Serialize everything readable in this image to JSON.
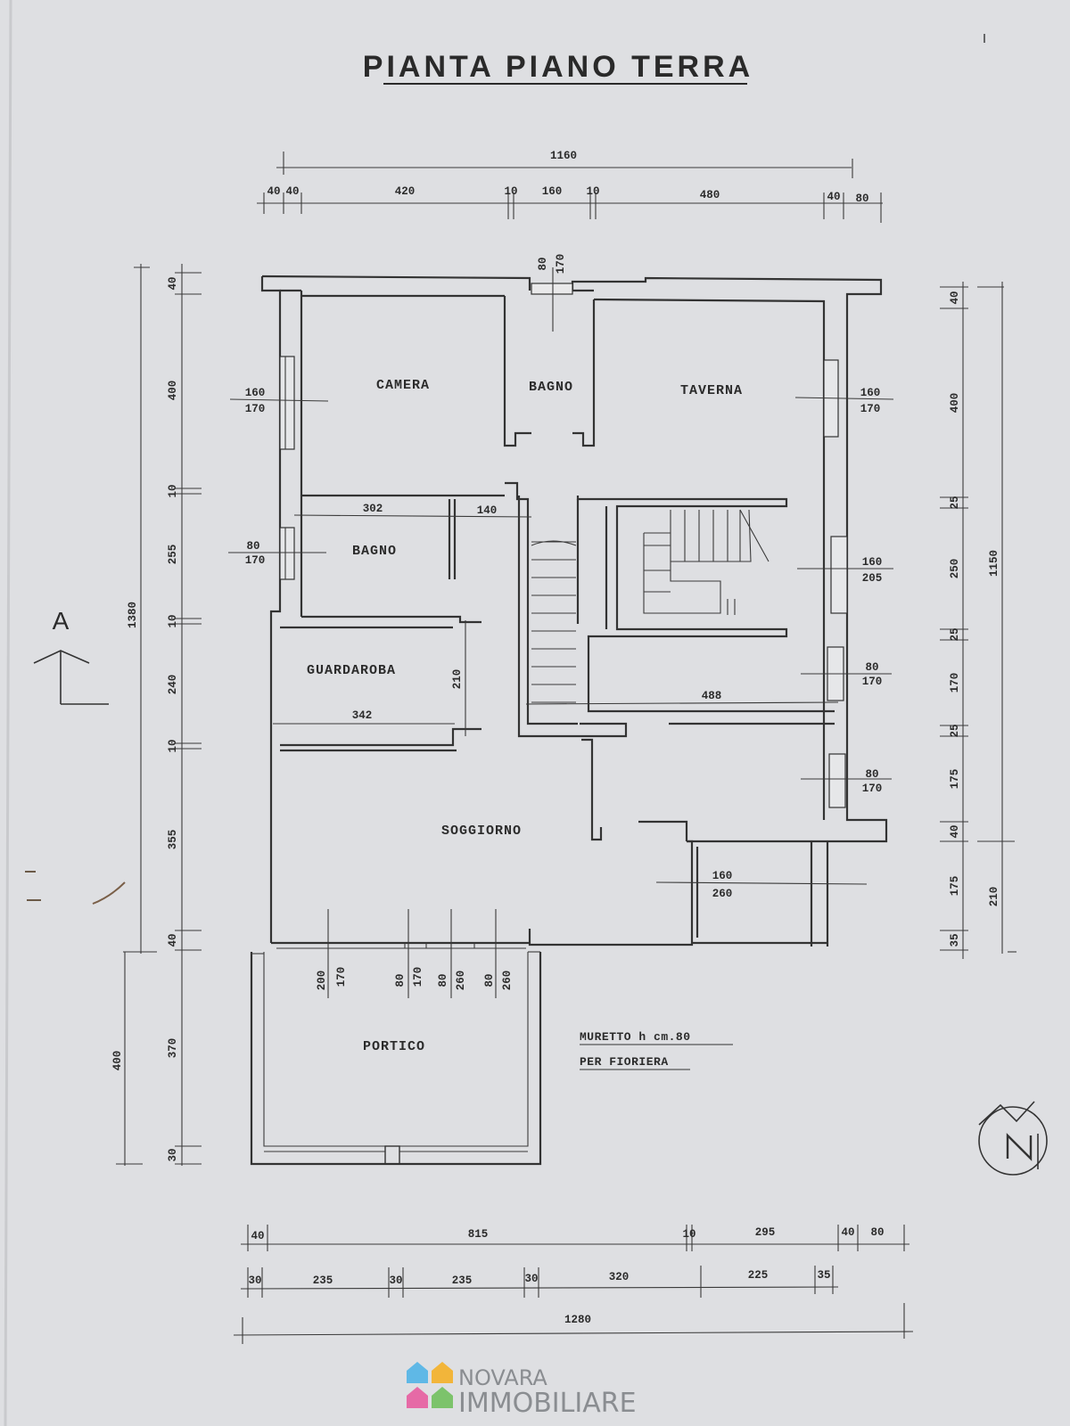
{
  "title": "PIANTA PIANO TERRA",
  "rooms": {
    "camera": "CAMERA",
    "bagno_top": "BAGNO",
    "taverna": "TAVERNA",
    "bagno_mid": "BAGNO",
    "guardaroba": "GUARDAROBA",
    "soggiorno": "SOGGIORNO",
    "portico": "PORTICO"
  },
  "note": {
    "line1": "MURETTO h cm.80",
    "line2": "PER FIORIERA"
  },
  "section_mark": "A",
  "dims_top": {
    "total": "1160",
    "d1": "40",
    "d2": "40",
    "d3": "420",
    "d4": "10",
    "d5": "160",
    "d6": "10",
    "d7": "480",
    "d8": "40",
    "d9": "80"
  },
  "dims_left": {
    "total": "1380",
    "total2": "400",
    "d1": "40",
    "d2": "400",
    "d3": "10",
    "d4": "255",
    "d5": "10",
    "d6": "240",
    "d7": "10",
    "d8": "355",
    "d9": "40",
    "d10": "370",
    "d11": "30"
  },
  "dims_right": {
    "total": "1150",
    "total2": "210",
    "d1": "40",
    "d2": "400",
    "d3": "25",
    "d4": "250",
    "d5": "25",
    "d6": "170",
    "d7": "25",
    "d8": "175",
    "d9": "40",
    "d10": "175",
    "d11": "35"
  },
  "dims_bottom1": {
    "d1": "40",
    "d2": "815",
    "d3": "10",
    "d4": "295",
    "d5": "40",
    "d6": "80"
  },
  "dims_bottom2": {
    "d1": "30",
    "d2": "235",
    "d3": "30",
    "d4": "235",
    "d5": "30",
    "d6": "320",
    "d7": "225",
    "d8": "35"
  },
  "dims_bottom3": {
    "total": "1280"
  },
  "inner_dims": {
    "a": "302",
    "b": "140",
    "c": "342",
    "d": "210",
    "e": "488"
  },
  "windows": {
    "w_top_num": "80",
    "w_top_den": "170",
    "w_camera_num": "160",
    "w_camera_den": "170",
    "w_taverna_num": "160",
    "w_taverna_den": "170",
    "w_bagno_num": "80",
    "w_bagno_den": "170",
    "w_r1_num": "160",
    "w_r1_den": "205",
    "w_r2_num": "80",
    "w_r2_den": "170",
    "w_r3_num": "80",
    "w_r3_den": "170",
    "w_r4_num": "160",
    "w_r4_den": "260",
    "p1_num": "200",
    "p1_den": "170",
    "p2_num": "80",
    "p2_den": "170",
    "p3_num": "80",
    "p3_den": "260",
    "p4_num": "80",
    "p4_den": "260"
  },
  "logo": {
    "line1": "NOVARA",
    "line2": "IMMOBILIARE",
    "colors": [
      "#5fb8e6",
      "#f2b53a",
      "#e66aa6",
      "#7cc36b"
    ]
  }
}
